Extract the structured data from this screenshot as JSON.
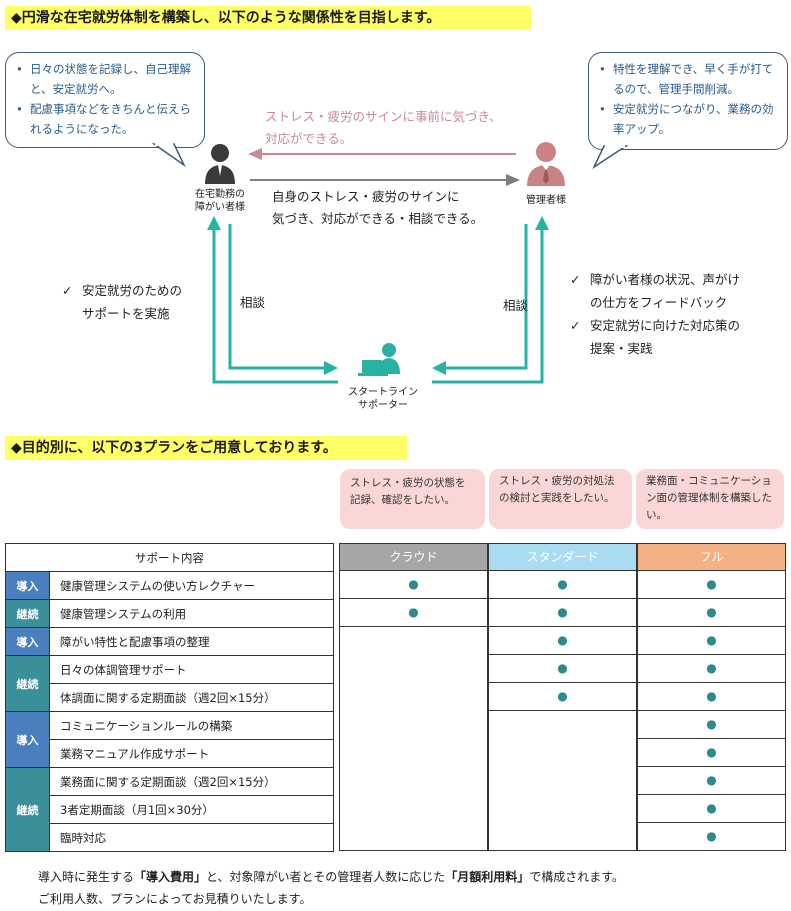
{
  "section1": {
    "heading": "◆円滑な在宅就労体制を構築し、以下のような関係性を目指します。",
    "left_bubble": [
      "日々の状態を記録し、自己理解と、安定就労へ。",
      "配慮事項などをきちんと伝えられるようになった。"
    ],
    "right_bubble": [
      "特性を理解でき、早く手が打てるので、管理手間削減。",
      "安定就労につながり、業務の効率アップ。"
    ],
    "pink_line1": "ストレス・疲労のサインに事前に気づき、",
    "pink_line2": "対応ができる。",
    "mid_line1": "自身のストレス・疲労のサインに",
    "mid_line2": "気づき、対応ができる・相談できる。",
    "worker_label1": "在宅勤務の",
    "worker_label2": "障がい者様",
    "manager_label": "管理者様",
    "supporter_label1": "スタートライン",
    "supporter_label2": "サポーター",
    "consult_left": "相談",
    "consult_right": "相談",
    "left_checks": [
      "安定就労のための",
      "サポートを実施"
    ],
    "right_checks": [
      "障がい者様の状況、声がけ",
      "の仕方をフィードバック",
      "安定就労に向けた対応策の",
      "提案・実践"
    ],
    "check_mark": "✓",
    "colors": {
      "arrow_teal": "#26b3a3",
      "arrow_gray": "#7f7f7f",
      "arrow_pink": "#c98a96"
    }
  },
  "section2": {
    "heading": "◆目的別に、以下の3プランをご用意しております。",
    "plan_descs": [
      "ストレス・疲労の状態を記録、確認をしたい。",
      "ストレス・疲労の対処法の検討と実践をしたい。",
      "業務面・コミュニケーション面の管理体制を構築したい。"
    ],
    "table_header": "サポート内容",
    "plans": [
      {
        "name": "クラウド",
        "color": "#a6a6a6"
      },
      {
        "name": "スタンダード",
        "color": "#a9dcf2"
      },
      {
        "name": "フル",
        "color": "#f4b183"
      }
    ],
    "dot": "●",
    "cat_intro": "導入",
    "cat_cont": "継続",
    "rows": [
      {
        "item": "健康管理システムの使い方レクチャー",
        "cloud": true,
        "standard": true,
        "full": true
      },
      {
        "item": "健康管理システムの利用",
        "cloud": true,
        "standard": true,
        "full": true
      },
      {
        "item": "障がい特性と配慮事項の整理",
        "cloud": false,
        "standard": true,
        "full": true
      },
      {
        "item": "日々の体調管理サポート",
        "cloud": false,
        "standard": true,
        "full": true
      },
      {
        "item": "体調面に関する定期面談（週2回×15分）",
        "cloud": false,
        "standard": true,
        "full": true
      },
      {
        "item": "コミュニケーションルールの構築",
        "cloud": false,
        "standard": false,
        "full": true
      },
      {
        "item": "業務マニュアル作成サポート",
        "cloud": false,
        "standard": false,
        "full": true
      },
      {
        "item": "業務面に関する定期面談（週2回×15分）",
        "cloud": false,
        "standard": false,
        "full": true
      },
      {
        "item": "3者定期面談（月1回×30分）",
        "cloud": false,
        "standard": false,
        "full": true
      },
      {
        "item": "臨時対応",
        "cloud": false,
        "standard": false,
        "full": true
      }
    ]
  },
  "footer": {
    "line1_a": "導入時に発生する",
    "line1_b": "「導入費用」",
    "line1_c": "と、対象障がい者とその管理者人数に応じた",
    "line1_d": "「月額利用料」",
    "line1_e": "で構成されます。",
    "line2": "ご利用人数、プランによってお見積りいたします。"
  }
}
